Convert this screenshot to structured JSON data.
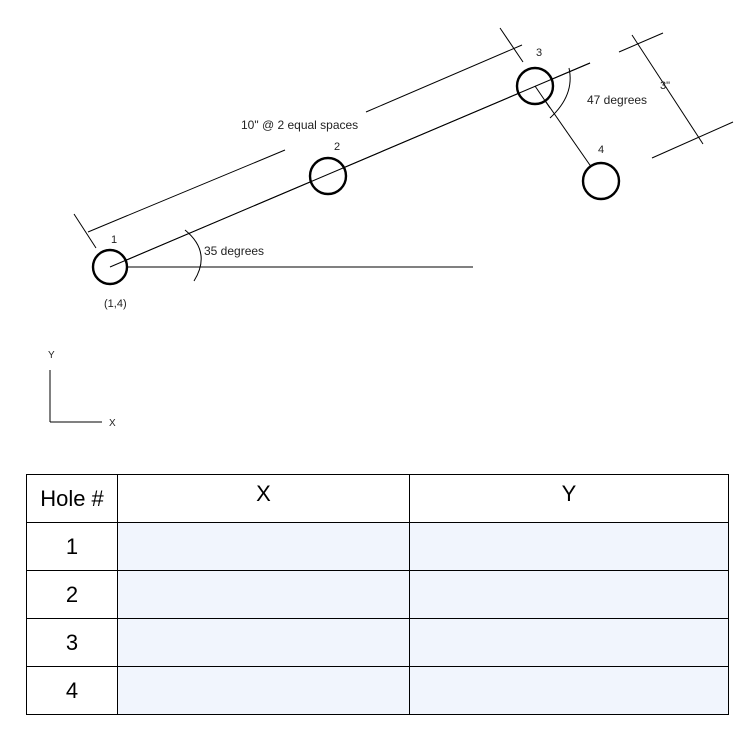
{
  "diagram": {
    "hole_labels": [
      "1",
      "2",
      "3",
      "4"
    ],
    "origin_label": "(1,4)",
    "angle_35_label": "35 degrees",
    "angle_47_label": "47 degrees",
    "spacing_label": "10\" @ 2 equal spaces",
    "offset_label": "3\"",
    "axis_y_label": "Y",
    "axis_x_label": "X"
  },
  "table": {
    "headers": [
      "Hole #",
      "X",
      "Y"
    ],
    "rows": [
      {
        "hole": "1",
        "x": "",
        "y": ""
      },
      {
        "hole": "2",
        "x": "",
        "y": ""
      },
      {
        "hole": "3",
        "x": "",
        "y": ""
      },
      {
        "hole": "4",
        "x": "",
        "y": ""
      }
    ]
  }
}
